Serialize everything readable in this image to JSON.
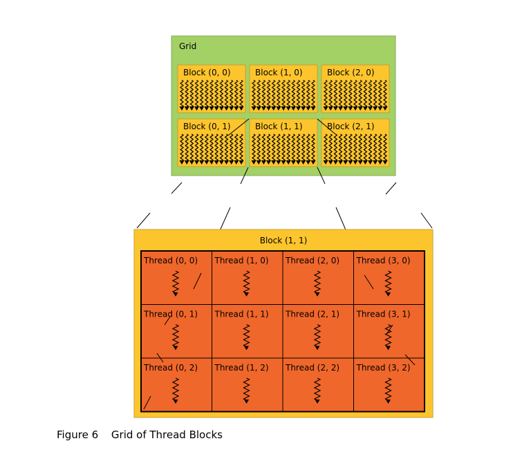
{
  "grid": {
    "label": "Grid",
    "blocks": [
      [
        "Block (0, 0)",
        "Block (1, 0)",
        "Block (2, 0)"
      ],
      [
        "Block (0, 1)",
        "Block (1, 1)",
        "Block (2, 1)"
      ]
    ]
  },
  "block_detail": {
    "label": "Block (1, 1)",
    "threads": [
      [
        "Thread (0, 0)",
        "Thread (1, 0)",
        "Thread (2, 0)",
        "Thread (3, 0)"
      ],
      [
        "Thread (0, 1)",
        "Thread (1, 1)",
        "Thread (2, 1)",
        "Thread (3, 1)"
      ],
      [
        "Thread (0, 2)",
        "Thread (1, 2)",
        "Thread (2, 2)",
        "Thread (3, 2)"
      ]
    ]
  },
  "caption": {
    "number": "Figure 6",
    "title": "Grid of Thread Blocks"
  },
  "colors": {
    "grid_bg": "#a3d165",
    "block_bg": "#fdc52d",
    "thread_bg": "#f0672b",
    "line": "#000000"
  }
}
